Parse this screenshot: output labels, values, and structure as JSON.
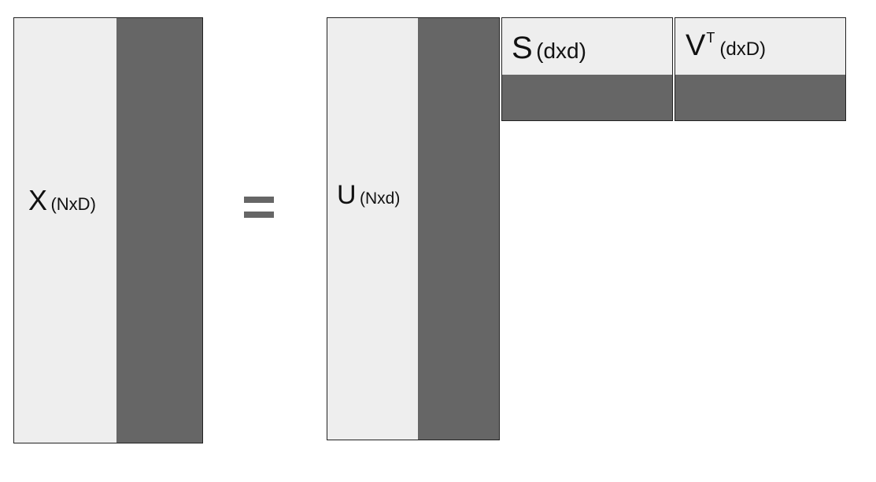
{
  "diagram": {
    "x_matrix": {
      "symbol": "X",
      "dims": "(NxD)"
    },
    "equals": "=",
    "u_matrix": {
      "symbol": "U",
      "dims": "(Nxd)"
    },
    "s_matrix": {
      "symbol": "S",
      "dims": "(dxd)"
    },
    "vt_matrix": {
      "symbol": "V",
      "superscript": "T",
      "dims": "(dxD)"
    },
    "colors": {
      "light_fill": "#eeeeee",
      "dark_fill": "#666666",
      "border": "#222222"
    }
  }
}
